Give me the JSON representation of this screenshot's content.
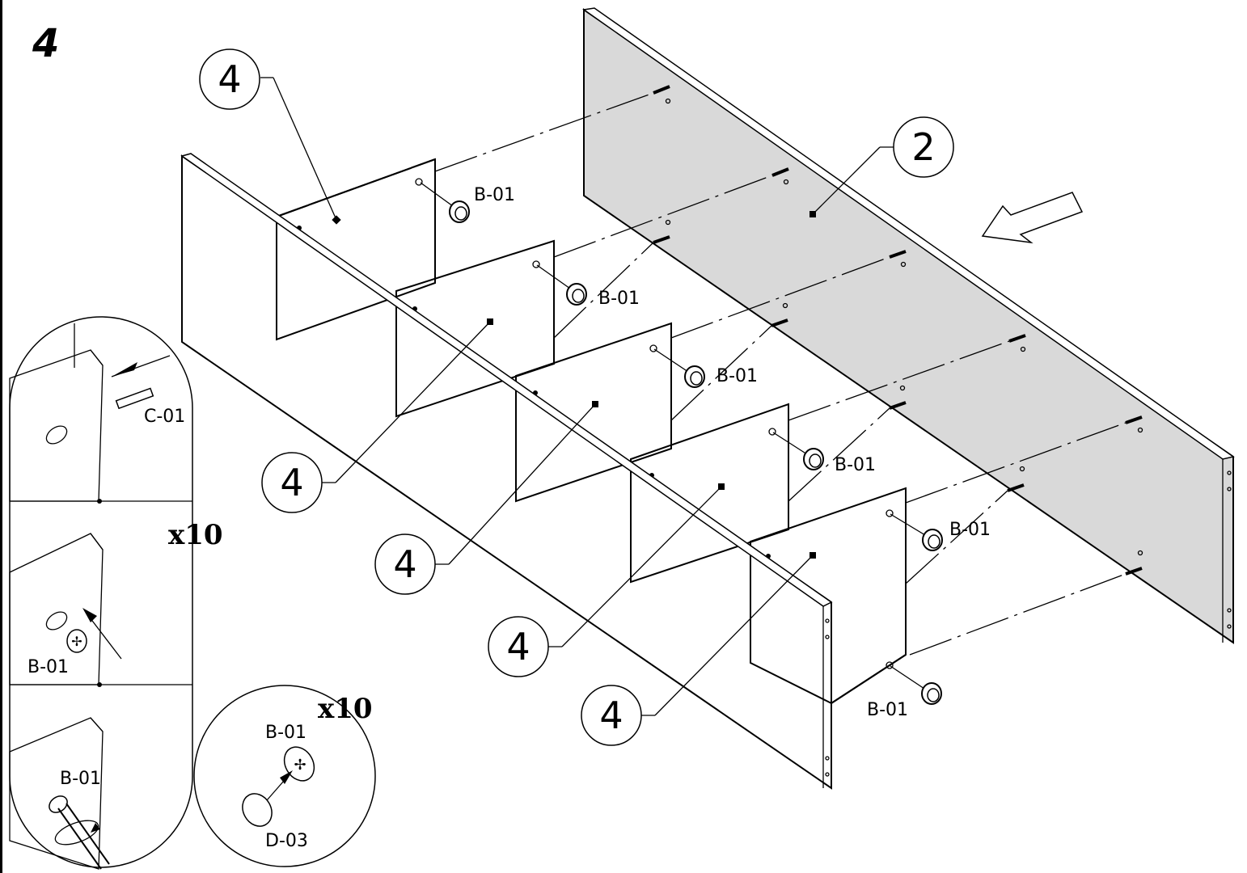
{
  "step_number": "4",
  "quantities": {
    "detail_top": "x10",
    "detail_bottom": "x10"
  },
  "parts": {
    "back_panel": "2",
    "shelf_1": "4",
    "shelf_2": "4",
    "shelf_3": "4",
    "shelf_4": "4",
    "shelf_5": "4"
  },
  "hardware": {
    "cam_1": "B-01",
    "cam_2": "B-01",
    "cam_3": "B-01",
    "cam_4": "B-01",
    "cam_5": "B-01",
    "cam_6": "B-01",
    "detail_dowel": "C-01",
    "detail_cam_insert": "B-01",
    "detail_cam_turn": "B-01",
    "detail_cap_cam": "B-01",
    "detail_cap": "D-03"
  },
  "colors": {
    "back_panel_fill": "#d9d9d9",
    "line": "#000000"
  },
  "icons": [
    "direction-arrow-icon",
    "screwdriver-icon",
    "cam-lock-icon",
    "cover-cap-icon"
  ]
}
